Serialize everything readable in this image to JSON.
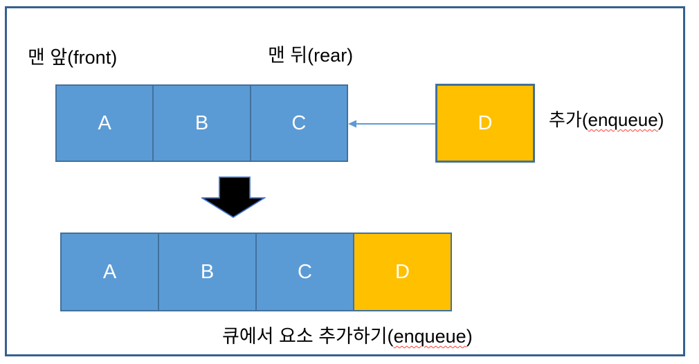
{
  "top": {
    "front_label": "맨 앞(front)",
    "rear_label": "맨 뒤(rear)",
    "cells": [
      "A",
      "B",
      "C"
    ],
    "incoming_cell": "D",
    "enqueue_prefix": "추가(",
    "enqueue_word": "enqueue",
    "enqueue_suffix": ")"
  },
  "bottom": {
    "cells": [
      "A",
      "B",
      "C",
      "D"
    ],
    "caption_prefix": "큐에서 요소 추가하기(",
    "caption_word": "enqueue",
    "caption_suffix": ")"
  },
  "colors": {
    "cell_blue": "#5B9BD5",
    "cell_gold": "#FFC000",
    "cell_border": "#41719C",
    "frame_border": "#35618E",
    "arrow_line": "#5B9BD5",
    "down_arrow_fill": "#000000",
    "down_arrow_outline": "#4472C4",
    "spellcheck_underline": "#FF3B30",
    "label_text": "#000000",
    "cell_text": "#FFFFFF"
  }
}
